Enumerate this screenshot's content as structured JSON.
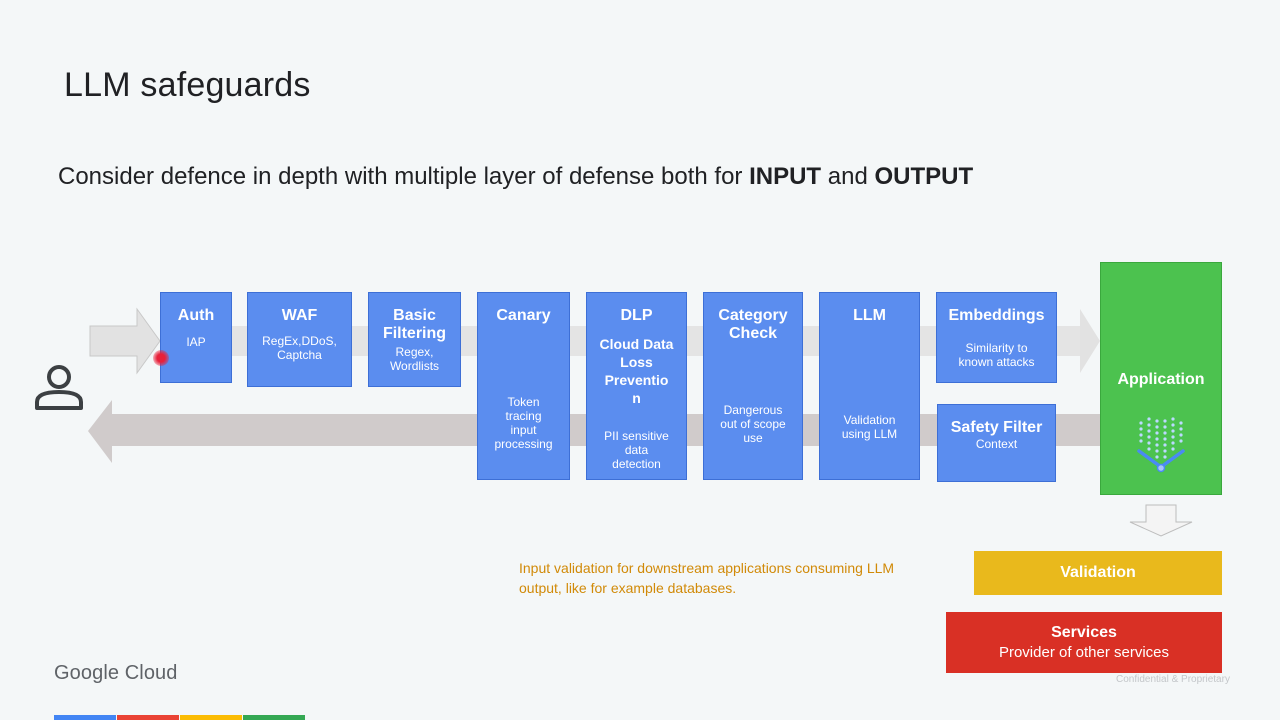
{
  "slide": {
    "title": "LLM safeguards",
    "subtitle_prefix": "Consider defence in depth with multiple layer of defense both for ",
    "subtitle_input": "INPUT",
    "subtitle_and": " and ",
    "subtitle_output": "OUTPUT"
  },
  "input_layers": [
    {
      "title": "Auth",
      "sub": "IAP"
    },
    {
      "title": "WAF",
      "sub": "RegEx,DDoS, Captcha"
    },
    {
      "title": "Basic Filtering",
      "sub": "Regex, Wordlists"
    },
    {
      "title": "Embeddings",
      "sub": "Similarity to known attacks"
    }
  ],
  "shared_layers": [
    {
      "title": "Canary",
      "sub": "Token tracing input processing"
    },
    {
      "title": "DLP",
      "subtitle": "Cloud Data Loss Preventio n",
      "sub": "PII sensitive data detection"
    },
    {
      "title": "Category Check",
      "sub": "Dangerous out of scope use"
    },
    {
      "title": "LLM",
      "sub": "Validation using LLM"
    }
  ],
  "output_layers": [
    {
      "title": "Safety Filter",
      "sub": "Context"
    }
  ],
  "application": {
    "label": "Application"
  },
  "validation": {
    "label": "Validation"
  },
  "services": {
    "title": "Services",
    "sub": "Provider of other services"
  },
  "note": {
    "text": "Input validation for downstream  applications consuming LLM output, like for example databases."
  },
  "footer": {
    "logo": "Google Cloud",
    "confidential": "Confidential & Proprietary"
  },
  "colors": {
    "layer_blue": "#5b8def",
    "app_green": "#4cc24f",
    "validation_yellow": "#e9b91c",
    "services_red": "#d93025",
    "note_orange": "#d18a08"
  }
}
